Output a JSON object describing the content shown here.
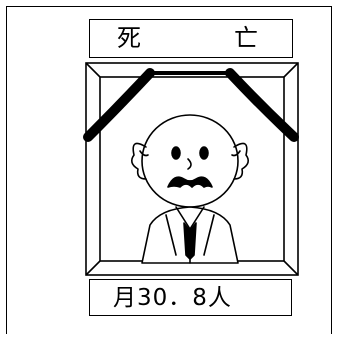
{
  "title": {
    "char1": "死",
    "char2": "亡"
  },
  "caption": "月30．8人",
  "illustration": {
    "subject": "old-man-portrait-icon",
    "ribbon_color": "#000000"
  }
}
